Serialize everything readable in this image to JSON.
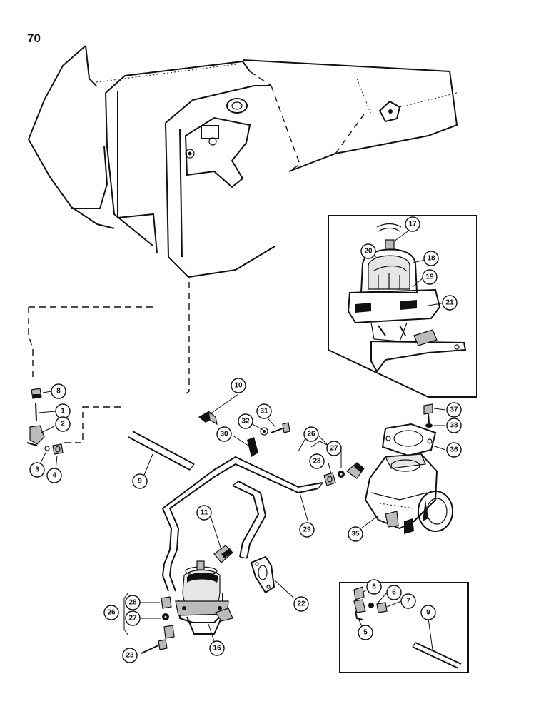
{
  "page": {
    "number": "70"
  },
  "callouts": {
    "c1": "1",
    "c2": "2",
    "c3": "3",
    "c4": "4",
    "c5": "5",
    "c6": "6",
    "c7": "7",
    "c8a": "8",
    "c8b": "8",
    "c9a": "9",
    "c9b": "9",
    "c10": "10",
    "c11": "11",
    "c16": "16",
    "c17": "17",
    "c18": "18",
    "c19": "19",
    "c20": "20",
    "c21": "21",
    "c22": "22",
    "c23": "23",
    "c26a": "26",
    "c26b": "26",
    "c27a": "27",
    "c27b": "27",
    "c28a": "28",
    "c28b": "28",
    "c29": "29",
    "c30": "30",
    "c31": "31",
    "c32": "32",
    "c35": "35",
    "c36": "36",
    "c37": "37",
    "c38": "38"
  }
}
